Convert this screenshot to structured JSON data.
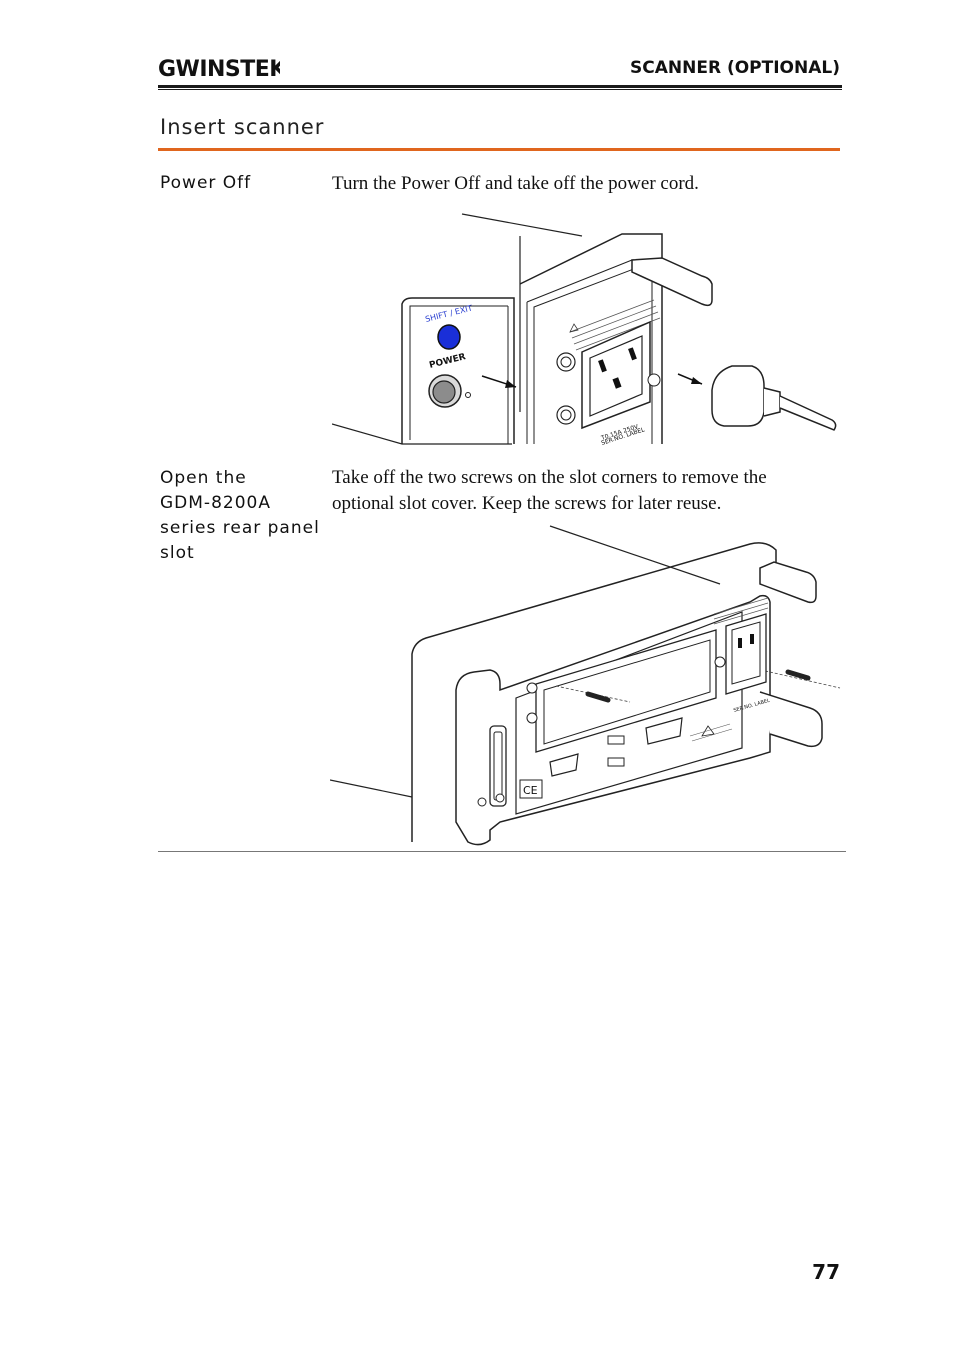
{
  "header": {
    "brand": "GWINSTEK",
    "section": "SCANNER (OPTIONAL)"
  },
  "section_title": "Insert scanner",
  "steps": [
    {
      "label": "Power Off",
      "text": "Turn the Power Off  and take off  the power cord."
    },
    {
      "label_lines": [
        "Open the",
        "GDM-8200A",
        "series rear panel",
        "slot"
      ],
      "text_lines": [
        "Take off  the two screws on the slot corners to remove the",
        "optional slot cover. Keep the screws for later reuse."
      ]
    }
  ],
  "figure1": {
    "shift_exit": "SHIFT / EXIT",
    "power": "POWER",
    "fuse": "T0.15A  250V",
    "serial_label": "SER.NO. LABEL"
  },
  "figure2": {
    "serial_label": "SER.NO. LABEL",
    "ce_mark": "CE"
  },
  "page_number": "77"
}
